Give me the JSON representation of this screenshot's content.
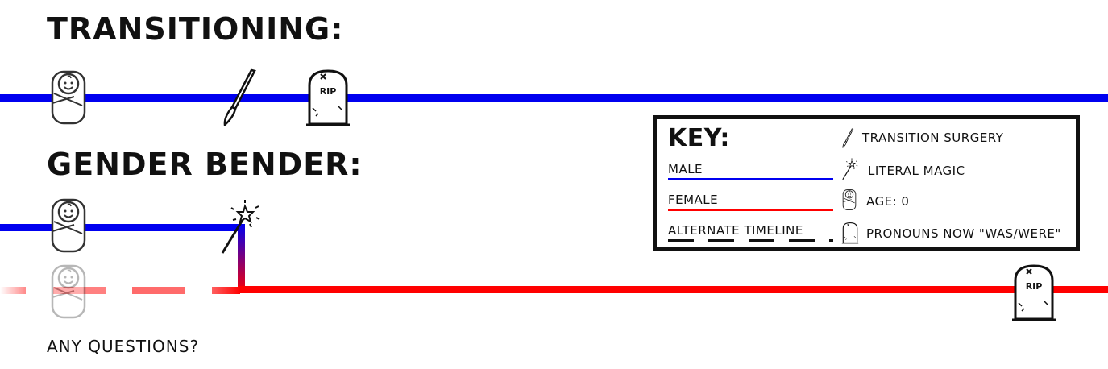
{
  "sections": {
    "transitioning_title": "TRANSITIONING:",
    "gender_bender_title": "GENDER BENDER:",
    "closing": "ANY QUESTIONS?"
  },
  "key": {
    "title": "KEY:",
    "male": "MALE",
    "female": "FEMALE",
    "alternate": "ALTERNATE TIMELINE",
    "surgery": "TRANSITION SURGERY",
    "magic": "LITERAL MAGIC",
    "age": "AGE: 0",
    "pronouns": "PRONOUNS NOW \"WAS/WERE\""
  },
  "icon_labels": {
    "tombstone": "RIP"
  },
  "colors": {
    "male": "#0000f0",
    "female": "#ff0000"
  }
}
